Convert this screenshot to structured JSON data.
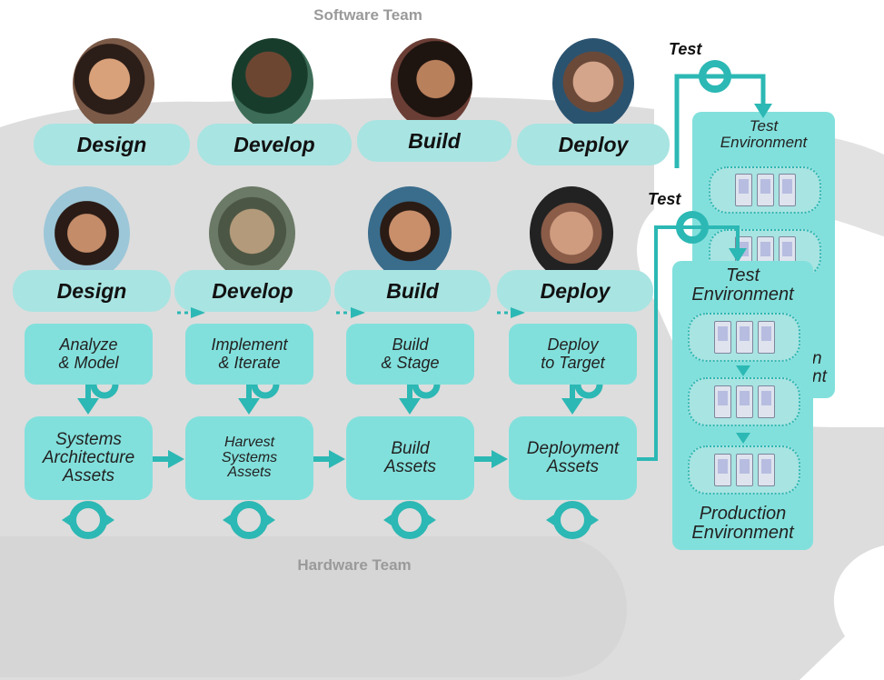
{
  "software_team": {
    "title": "Software Team",
    "roles": [
      "Design",
      "Develop",
      "Build",
      "Deploy"
    ],
    "test_label": "Test",
    "environment_title": "Test\nEnvironment"
  },
  "hardware_team": {
    "title": "Hardware Team",
    "roles": [
      "Design",
      "Develop",
      "Build",
      "Deploy"
    ],
    "tasks": [
      "Analyze\n& Model",
      "Implement\n& Iterate",
      "Build\n& Stage",
      "Deploy\nto Target"
    ],
    "assets": [
      "Systems\nArchitecture\nAssets",
      "Harvest\nSystems\nAssets",
      "Build\nAssets",
      "Deployment\nAssets"
    ],
    "test_label": "Test",
    "test_environment_title": "Test\nEnvironment",
    "production_environment_title": "Production\nEnvironment",
    "hidden_environment_fragment": "n\nnt"
  },
  "colors": {
    "teal_dark": "#2cb8b4",
    "teal_light": "#a8e4e2",
    "teal_box": "#82e0dc",
    "map_gray": "#dcdcdc",
    "title_gray": "#9a9a9a"
  }
}
